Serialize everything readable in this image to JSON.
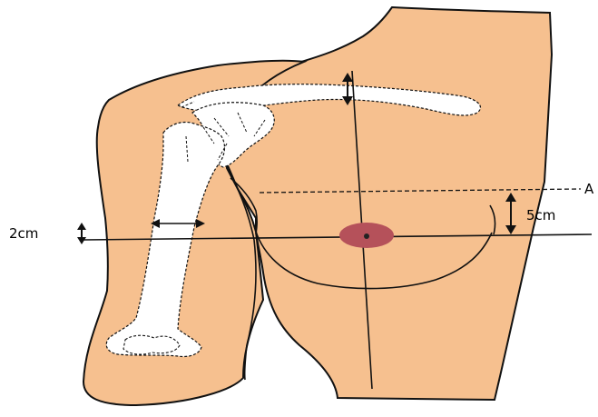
{
  "labels": {
    "left_measure": "2cm",
    "right_measure": "5cm",
    "reference_line": "A"
  },
  "colors": {
    "skin": "#F6C08F",
    "outline": "#111111",
    "bone": "#FFFFFF",
    "areola": "#B5515A"
  }
}
